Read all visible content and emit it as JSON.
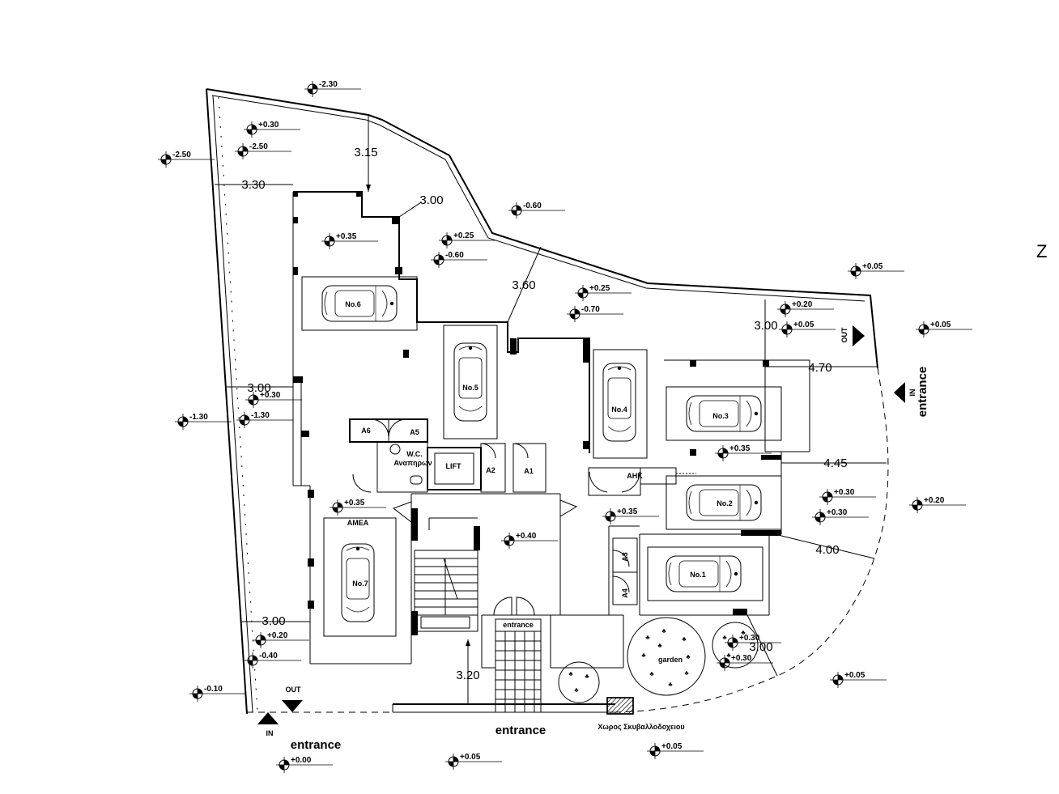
{
  "levels": [
    "-2.30",
    "+0.30",
    "-2.50",
    "-2.50",
    "-0.60",
    "+0.35",
    "+0.25",
    "-0.60",
    "+0.25",
    "-0.70",
    "+0.05",
    "+0.20",
    "+0.05",
    "+0.05",
    "+0.30",
    "-1.30",
    "-1.30",
    "+0.35",
    "+0.35",
    "+0.30",
    "+0.30",
    "+0.20",
    "+0.35",
    "+0.40",
    "+0.30",
    "+0.30",
    "+0.05",
    "+0.20",
    "-0.40",
    "-0.10",
    "+0.00",
    "+0.05",
    "+0.05"
  ],
  "dimensions": [
    "3.15",
    "3.30",
    "3.00",
    "3.60",
    "3.00",
    "4.70",
    "3.00",
    "4.45",
    "4.00",
    "3.00",
    "3.20",
    "3.00"
  ],
  "parking": [
    "No.1",
    "No.2",
    "No.3",
    "No.4",
    "No.5",
    "No.6",
    "No.7"
  ],
  "rooms": {
    "a6": "A6",
    "a5": "A5",
    "wc": "W.C.",
    "wc_sub": "Αναπηρων",
    "lift": "LIFT",
    "a2": "A2",
    "a1": "A1",
    "ahk": "AHK",
    "a3": "A3",
    "a4": "A4",
    "amea": "AMEA",
    "entrance_box": "entrance",
    "garden": "garden",
    "bins": "Χωρος Σκυβαλλοδοχειου"
  },
  "entrances": {
    "in": "IN",
    "out": "OUT",
    "entrance": "entrance"
  },
  "north_fragment": "Z"
}
